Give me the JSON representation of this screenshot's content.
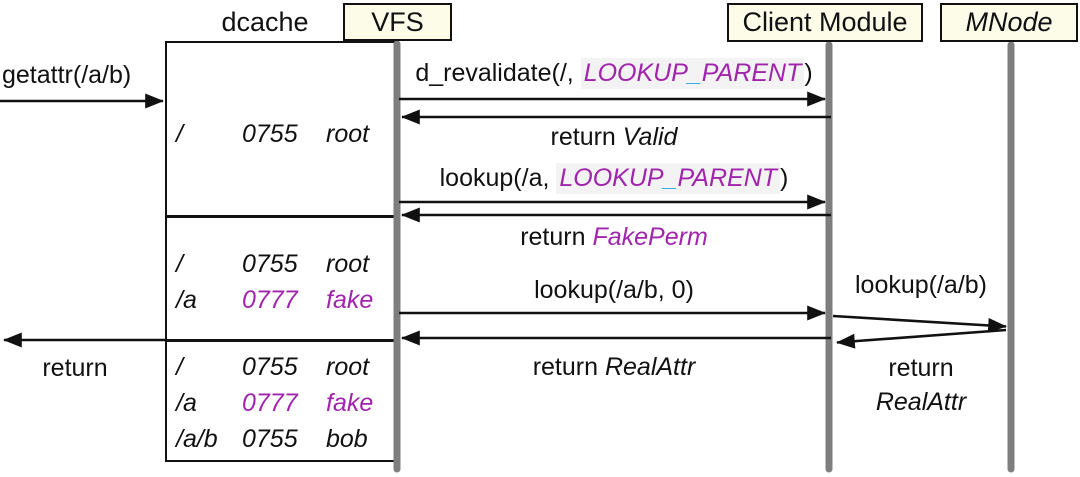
{
  "diagram_type": "sequence-diagram",
  "colors": {
    "magenta_highlight": "#A124AC",
    "underscore_blue": "#2FA8E1",
    "component_fill": "#FCFCE8",
    "lifeline_gray": "#7E7E7E",
    "flag_background": "#F3F3F3"
  },
  "components": [
    {
      "id": "vfs",
      "label": "VFS"
    },
    {
      "id": "client-module",
      "label": "Client Module"
    },
    {
      "id": "mnode",
      "label": "MNode"
    }
  ],
  "dcache": {
    "label": "dcache",
    "sections": [
      {
        "rows": [
          {
            "path": "/",
            "perm": "0755",
            "owner": "root"
          }
        ]
      },
      {
        "rows": [
          {
            "path": "/",
            "perm": "0755",
            "owner": "root"
          },
          {
            "path": "/a",
            "perm": "0777",
            "owner": "fake"
          }
        ]
      },
      {
        "rows": [
          {
            "path": "/",
            "perm": "0755",
            "owner": "root"
          },
          {
            "path": "/a",
            "perm": "0777",
            "owner": "fake"
          },
          {
            "path": "/a/b",
            "perm": "0755",
            "owner": "bob"
          }
        ]
      }
    ]
  },
  "messages": {
    "getattr": {
      "text": "getattr(/a/b)"
    },
    "d_revalidate": {
      "prefix": "d_revalidate(/, ",
      "flag1": "LOOKUP",
      "us": "_",
      "flag2": "PARENT",
      "suffix": ")"
    },
    "return_valid": {
      "prefix": "return ",
      "value": "Valid"
    },
    "lookup_a": {
      "prefix": "lookup(/a, ",
      "flag1": "LOOKUP",
      "us": "_",
      "flag2": "PARENT",
      "suffix": ")"
    },
    "return_fakeperm": {
      "prefix": "return ",
      "value": "FakePerm"
    },
    "lookup_ab0": {
      "text": "lookup(/a/b, 0)"
    },
    "return_realattr": {
      "prefix": "return ",
      "value": "RealAttr"
    },
    "lookup_ab": {
      "text": "lookup(/a/b)"
    },
    "mnode_return": {
      "line1": "return",
      "line2": "RealAttr"
    },
    "final_return": {
      "text": "return"
    }
  }
}
